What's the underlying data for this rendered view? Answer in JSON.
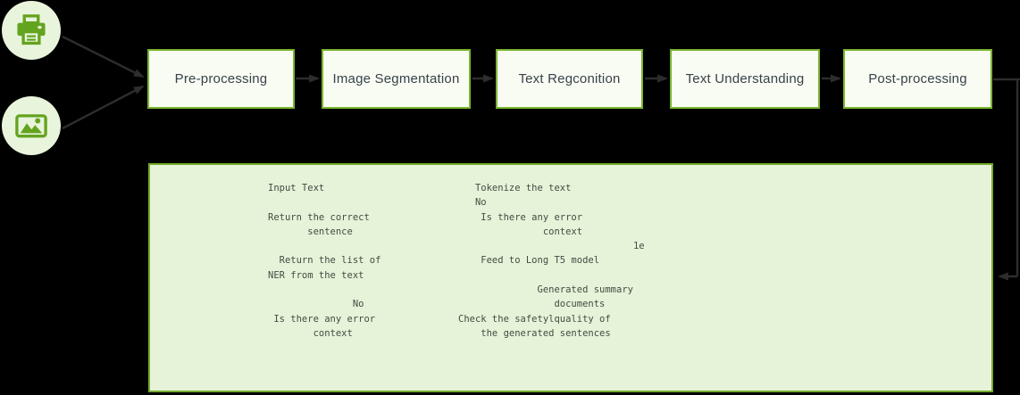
{
  "colors": {
    "background": "#000000",
    "node_fill": "#f8fcf3",
    "node_border": "#79b52e",
    "node_text": "#39424b",
    "panel_fill": "#e7f3d8",
    "panel_border": "#73ab2b",
    "panel_text": "#414c44",
    "icon_green": "#63a41f",
    "icon_circle_fill": "#e9f4dc",
    "arrow": "#2d2d2d"
  },
  "sources": {
    "icons": [
      "printer-icon",
      "image-icon"
    ]
  },
  "pipeline": {
    "stages": [
      {
        "label": "Pre-processing"
      },
      {
        "label": "Image Segmentation"
      },
      {
        "label": "Text Regconition"
      },
      {
        "label": "Text Understanding"
      },
      {
        "label": "Post-processing"
      }
    ]
  },
  "detail_panel": {
    "left_column_text": "Input Text\n\nReturn the correct\n       sentence\n\n  Return the list of\nNER from the text\n\n               No\n Is there any error\n        context",
    "right_column_text": "   Tokenize the text\n   No\n    Is there any error\n               context\n                               1e\n    Feed to Long T5 model\n\n              Generated summary\n                 documents\nCheck the safetylquality of\n    the generated sentences"
  }
}
